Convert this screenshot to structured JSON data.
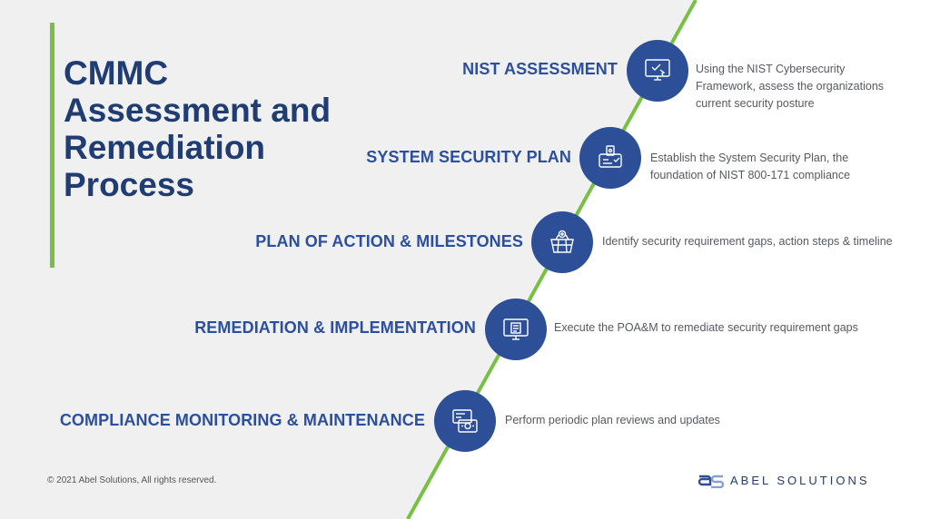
{
  "title": "CMMC Assessment and Remediation Process",
  "steps": [
    {
      "title": "NIST ASSESSMENT",
      "desc": "Using the NIST Cybersecurity Framework, assess the organizations current security posture",
      "icon": "monitor-check-icon"
    },
    {
      "title": "SYSTEM SECURITY PLAN",
      "desc": "Establish the System Security Plan, the foundation of NIST 800-171 compliance",
      "icon": "security-document-icon"
    },
    {
      "title": "PLAN OF ACTION & MILESTONES",
      "desc": "Identify security requirement gaps, action steps & timeline",
      "icon": "basket-plus-icon"
    },
    {
      "title": "REMEDIATION & IMPLEMENTATION",
      "desc": "Execute the POA&M to remediate security requirement gaps",
      "icon": "monitor-document-icon"
    },
    {
      "title": "COMPLIANCE MONITORING & MAINTENANCE",
      "desc": "Perform periodic plan reviews and updates",
      "icon": "cards-icon"
    }
  ],
  "footer": "© 2021 Abel Solutions, All rights reserved.",
  "logo_text": "ABEL SOLUTIONS",
  "colors": {
    "accent": "#78c043",
    "circle": "#2c4f98",
    "title": "#1f3c73",
    "step_title": "#2b4f9e",
    "left_bg": "#f0f0f1"
  }
}
